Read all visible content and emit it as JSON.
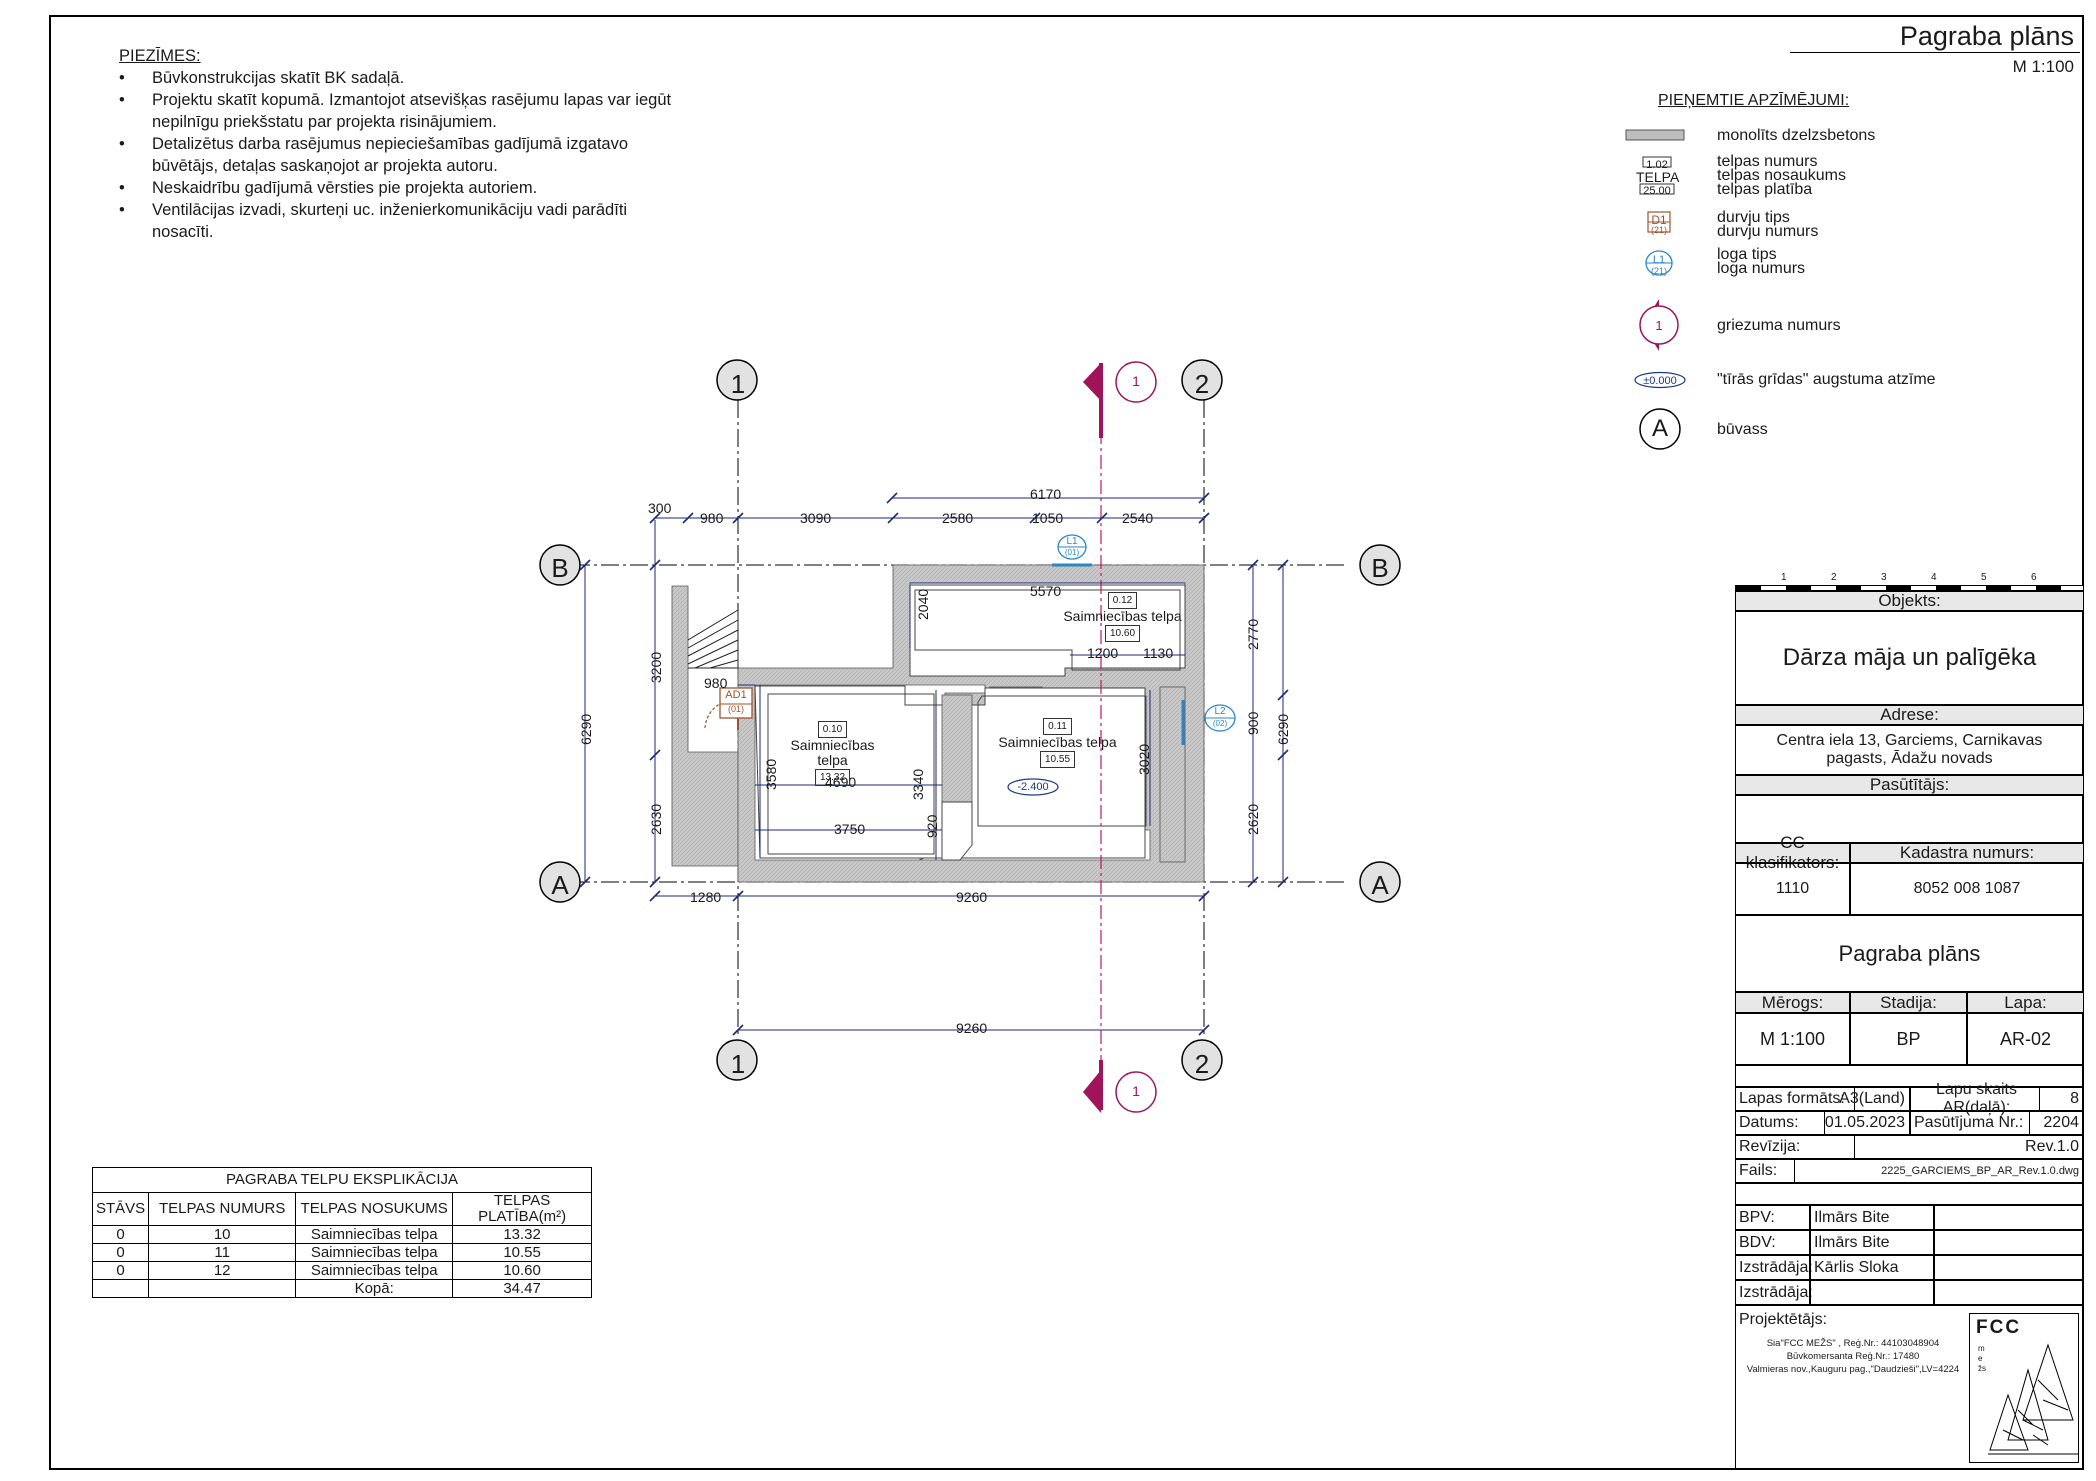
{
  "sheet_title": "Pagraba plāns",
  "sheet_scale": "M 1:100",
  "notes": {
    "heading": "PIEZĪMES:",
    "items": [
      "Būvkonstrukcijas skatīt BK sadaļā.",
      "Projektu skatīt kopumā. Izmantojot atsevišķas rasējumu lapas var iegūt nepilnīgu priekšstatu par projekta risinājumiem.",
      "Detalizētus darba rasējumus nepieciešamības gadījumā izgatavo būvētājs, detaļas saskaņojot ar projekta autoru.",
      "Neskaidrību gadījumā vērsties pie projekta autoriem.",
      "Ventilācijas izvadi, skurteņi uc. inženierkomunikāciju vadi parādīti nosacīti."
    ]
  },
  "legend": {
    "heading": "PIEŅEMTIE APZĪMĒJUMI:",
    "concrete": "monolīts dzelzsbetons",
    "room_sample": {
      "num": "1.02",
      "name": "TELPA",
      "area": "25.00"
    },
    "room_lines": [
      "telpas numurs",
      "telpas nosaukums",
      "telpas platība"
    ],
    "door_sample": {
      "type": "D1",
      "num": "(21)"
    },
    "door_lines": [
      "durvju tips",
      "durvju numurs"
    ],
    "window_sample": {
      "type": "L1",
      "num": "(21)"
    },
    "window_lines": [
      "loga tips",
      "loga numurs"
    ],
    "section_sample": "1",
    "section_label": "griezuma numurs",
    "level_sample": "±0.000",
    "level_label": "\"tīrās grīdas\" augstuma atzīme",
    "axis_sample": "A",
    "axis_label": "būvass"
  },
  "plan": {
    "axes_h": [
      "B",
      "A"
    ],
    "axes_v": [
      "1",
      "2"
    ],
    "section_mark": "1",
    "dims": {
      "top_total": "6170",
      "top_a": "300",
      "top_b": "980",
      "top_c": "3090",
      "top_d": "2580",
      "top_e": "1050",
      "top_f": "2540",
      "inner_5570": "5570",
      "d1200": "1200",
      "d1130": "1130",
      "d980": "980",
      "d4690": "4690",
      "d3750": "3750",
      "d2040": "2040",
      "d3580": "3580",
      "d3340": "3340",
      "d920": "920",
      "d3020": "3020",
      "left_total": "6290",
      "left_a": "3200",
      "left_b": "2630",
      "right_total": "6290",
      "right_a": "2770",
      "right_b": "900",
      "right_c": "2620",
      "bot_a": "1280",
      "bot_b": "9260",
      "bot_axes": "9260"
    },
    "rooms": [
      {
        "num": "0.10",
        "name": "Saimniecības telpa",
        "area": "13.32"
      },
      {
        "num": "0.11",
        "name": "Saimniecības telpa",
        "area": "10.55"
      },
      {
        "num": "0.12",
        "name": "Saimniecības telpa",
        "area": "10.60"
      }
    ],
    "door": {
      "type": "AD1",
      "num": "(01)"
    },
    "window1": {
      "type": "L1",
      "num": "(01)"
    },
    "window2": {
      "type": "L2",
      "num": "(02)"
    },
    "level": "-2.400"
  },
  "explication": {
    "title": "PAGRABA TELPU EKSPLIKĀCIJA",
    "headers": [
      "STĀVS",
      "TELPAS NUMURS",
      "TELPAS NOSUKUMS",
      "TELPAS PLATĪBA(m²)"
    ],
    "rows": [
      [
        "0",
        "10",
        "Saimniecības telpa",
        "13.32"
      ],
      [
        "0",
        "11",
        "Saimniecības telpa",
        "10.55"
      ],
      [
        "0",
        "12",
        "Saimniecības telpa",
        "10.60"
      ]
    ],
    "total_label": "Kopā:",
    "total_value": "34.47"
  },
  "titleblock": {
    "ruler": [
      "1",
      "2",
      "3",
      "4",
      "5",
      "6"
    ],
    "objekts_label": "Objekts:",
    "objekts": "Dārza māja un palīgēka",
    "adrese_label": "Adrese:",
    "adrese": "Centra iela 13, Garciems, Carnikavas pagasts, Ādažu novads",
    "pasutitajs_label": "Pasūtītājs:",
    "cc_label": "CC klasifikators:",
    "cc": "1110",
    "kad_label": "Kadastra numurs:",
    "kad": "8052 008 1087",
    "drawing_title": "Pagraba plāns",
    "merogs_label": "Mērogs:",
    "merogs": "M 1:100",
    "stadija_label": "Stadija:",
    "stadija": "BP",
    "lapa_label": "Lapa:",
    "lapa": "AR-02",
    "format_label": "Lapas formāts:",
    "format": "A3(Land)",
    "count_label": "Lapu skaits AR(daļā):",
    "count": "8",
    "date_label": "Datums:",
    "date": "01.05.2023",
    "order_label": "Pasūtījuma Nr.:",
    "order": "2204",
    "rev_label": "Revīzija:",
    "rev": "Rev.1.0",
    "file_label": "Fails:",
    "file": "2225_GARCIEMS_BP_AR_Rev.1.0.dwg",
    "people": [
      {
        "role": "BPV:",
        "name": "Ilmārs Bite"
      },
      {
        "role": "BDV:",
        "name": "Ilmārs Bite"
      },
      {
        "role": "Izstrādāja:",
        "name": "Kārlis Sloka"
      },
      {
        "role": "Izstrādāja:",
        "name": ""
      }
    ],
    "designer_label": "Projektētājs:",
    "designer_lines": [
      "Sia\"FCC MEŽS\" , Reģ.Nr.: 44103048904",
      "Būvkomersanta Reģ.Nr.: 17480",
      "Valmieras nov.,Kauguru pag.,\"Daudzieši\",LV=4224"
    ],
    "logo_text": "FCC",
    "logo_sub": "mežs"
  }
}
